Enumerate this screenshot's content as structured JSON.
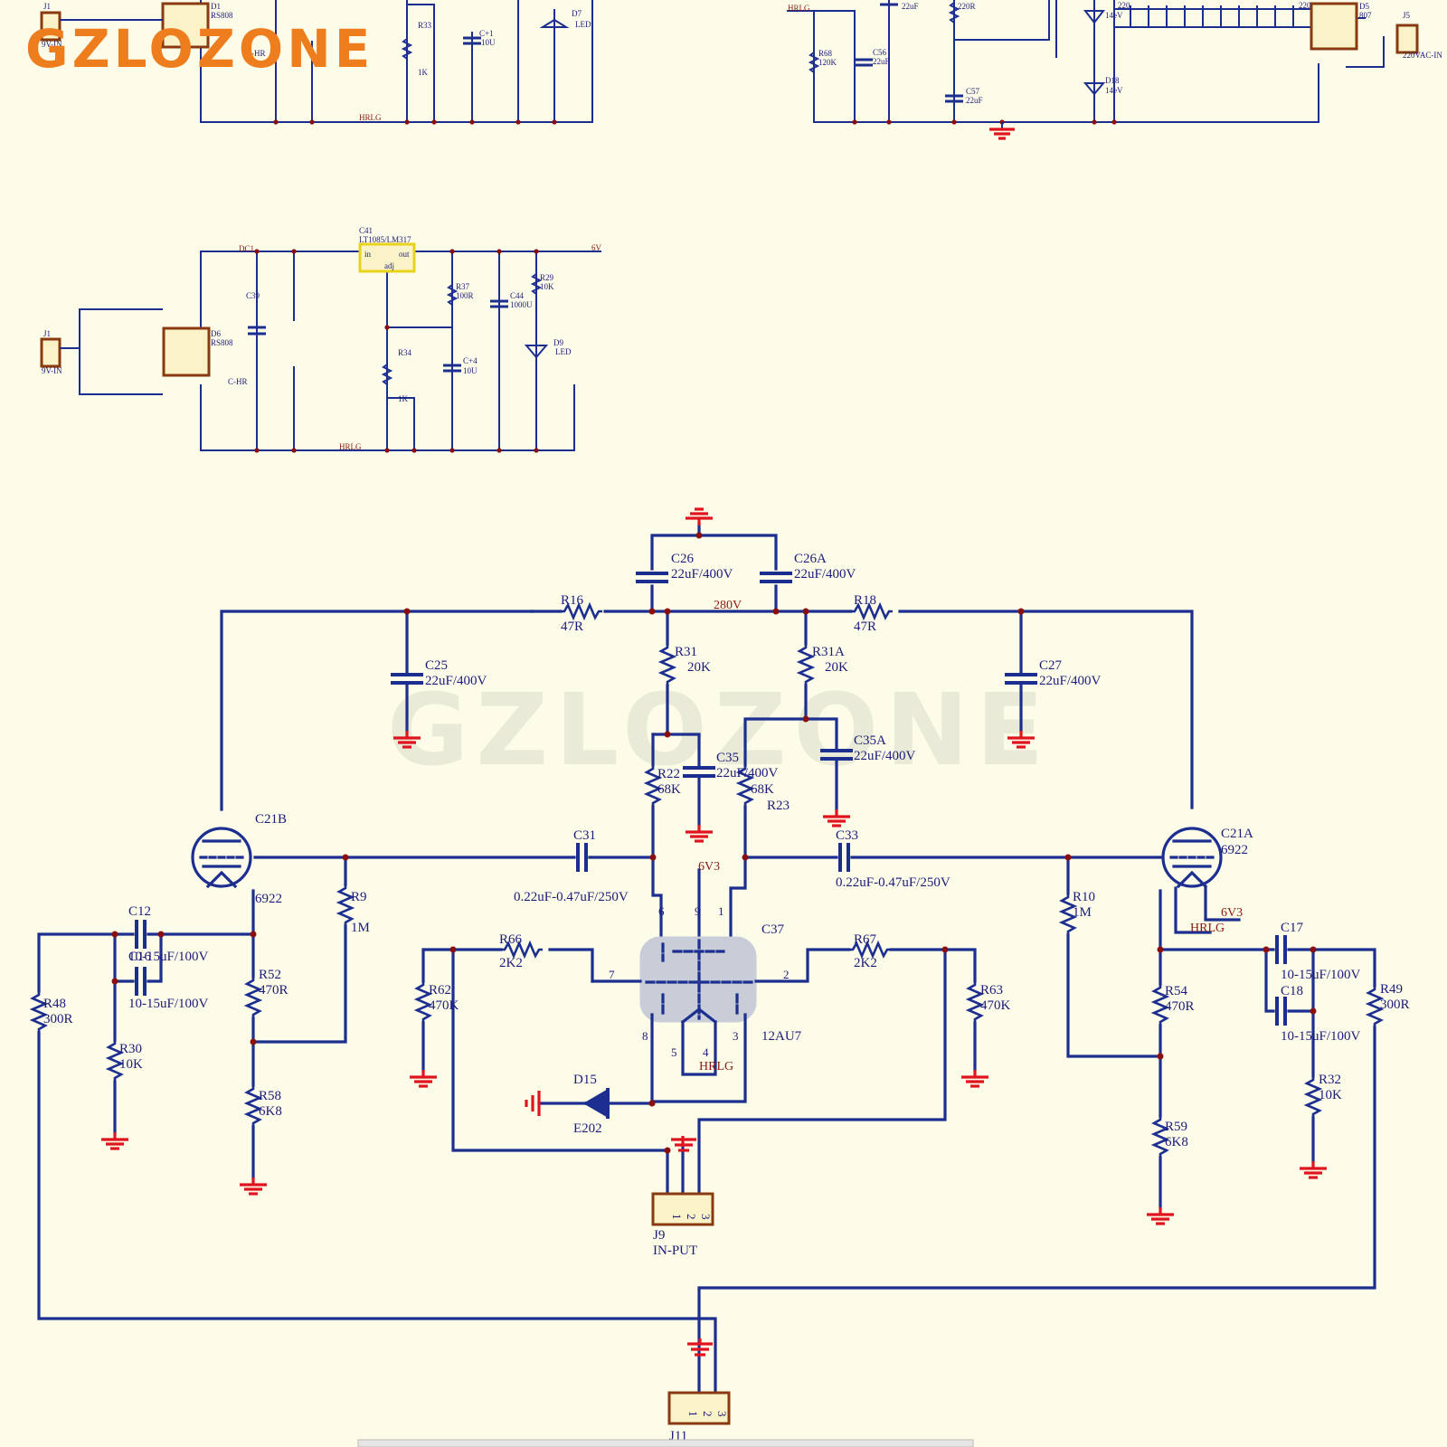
{
  "brand": "GZLOZONE",
  "watermark": "GZLOZONE",
  "colors": {
    "wire": "#1c2e8f",
    "ground": "#e0141e",
    "brand": "#ee7d1e",
    "background": "#fdfce9"
  },
  "top_left_supply": {
    "j1": "J1",
    "j1_label": "9V-IN",
    "d1": "D1",
    "d1_part": "RS808",
    "c_hr": "C-HR",
    "r33": "R33",
    "r33_value": "1K",
    "c1": "C+1",
    "c1_value": "10U",
    "d7": "D7",
    "d7_label": "LED",
    "rail": "HRLG"
  },
  "top_right_supply": {
    "rail": "HRLG",
    "r68": "R68",
    "r68_value": "120K",
    "c56": "C56",
    "c56_value": "22uF",
    "c55_value": "22uF",
    "r_value": "220R",
    "c57": "C57",
    "c57_value": "22uF",
    "d_top_value": "14eV",
    "d18": "D18",
    "d18_value": "14eV",
    "d5": "D5",
    "d5_part": "807",
    "j5": "J5",
    "j5_label": "220VAC-IN",
    "cap_bank_left": "220",
    "cap_bank_right": "220"
  },
  "mid_supply": {
    "dc1": "DC1",
    "c41": "C41",
    "reg_part": "LT1085/LM317",
    "reg_in": "in",
    "reg_out": "out",
    "reg_adj": "adj",
    "out_label": "6V",
    "c39": "C39",
    "r37": "R37",
    "r37_value": "100R",
    "c44": "C44",
    "c44_value": "1000U",
    "r29": "R29",
    "r29_value": "10K",
    "d9": "D9",
    "d9_label": "LED",
    "j1": "J1",
    "j1_label": "9V-IN",
    "d6": "D6",
    "d6_part": "RS808",
    "c_hr": "C-HR",
    "r34": "R34",
    "r34_value": "1K",
    "c4": "C+4",
    "c4_value": "10U",
    "rail": "HRLG"
  },
  "amp": {
    "c26": "C26",
    "c26_value": "22uF/400V",
    "c26a": "C26A",
    "c26a_value": "22uF/400V",
    "r16": "R16",
    "r16_value": "47R",
    "r18": "R18",
    "r18_value": "47R",
    "hv_label": "280V",
    "c25": "C25",
    "c25_value": "22uF/400V",
    "c27": "C27",
    "c27_value": "22uF/400V",
    "r31": "R31",
    "r31_value": "20K",
    "r31a": "R31A",
    "r31a_value": "20K",
    "c35": "C35",
    "c35_value": "22uF/400V",
    "c35a": "C35A",
    "c35a_value": "22uF/400V",
    "r22": "R22",
    "r22_value": "68K",
    "r23": "R23",
    "r23_value": "68K",
    "c31": "C31",
    "c31_value": "0.22uF-0.47uF/250V",
    "c33": "C33",
    "c33_value": "0.22uF-0.47uF/250V",
    "v_heater": "6V3",
    "c21b": "C21B",
    "c21b_part": "6922",
    "c21a": "C21A",
    "c21a_part": "6922",
    "c21a_heater": "6V3",
    "c21a_rail": "HRLG",
    "c37": "C37",
    "tube_part": "12AU7",
    "tube_rail": "HRLG",
    "r9": "R9",
    "r9_value": "1M",
    "r10": "R10",
    "r10_value": "1M",
    "c12": "C12",
    "c12_value": "10-15uF/100V",
    "c16": "C16",
    "c16_value": "10-15uF/100V",
    "c17": "C17",
    "c17_value": "10-15uF/100V",
    "c18": "C18",
    "c18_value": "10-15uF/100V",
    "r48": "R48",
    "r48_value": "300R",
    "r49": "R49",
    "r49_value": "300R",
    "r30": "R30",
    "r30_value": "10K",
    "r32": "R32",
    "r32_value": "10K",
    "r52": "R52",
    "r52_value": "470R",
    "r54": "R54",
    "r54_value": "470R",
    "r58": "R58",
    "r58_value": "6K8",
    "r59": "R59",
    "r59_value": "6K8",
    "r66": "R66",
    "r66_value": "2K2",
    "r67": "R67",
    "r67_value": "2K2",
    "r62": "R62",
    "r62_value": "470K",
    "r63": "R63",
    "r63_value": "470K",
    "d15": "D15",
    "d15_part": "E202",
    "j9": "J9",
    "j9_label": "IN-PUT",
    "j11": "J11",
    "pins": [
      "1",
      "2",
      "3",
      "4",
      "5",
      "6",
      "7",
      "8",
      "9"
    ]
  }
}
